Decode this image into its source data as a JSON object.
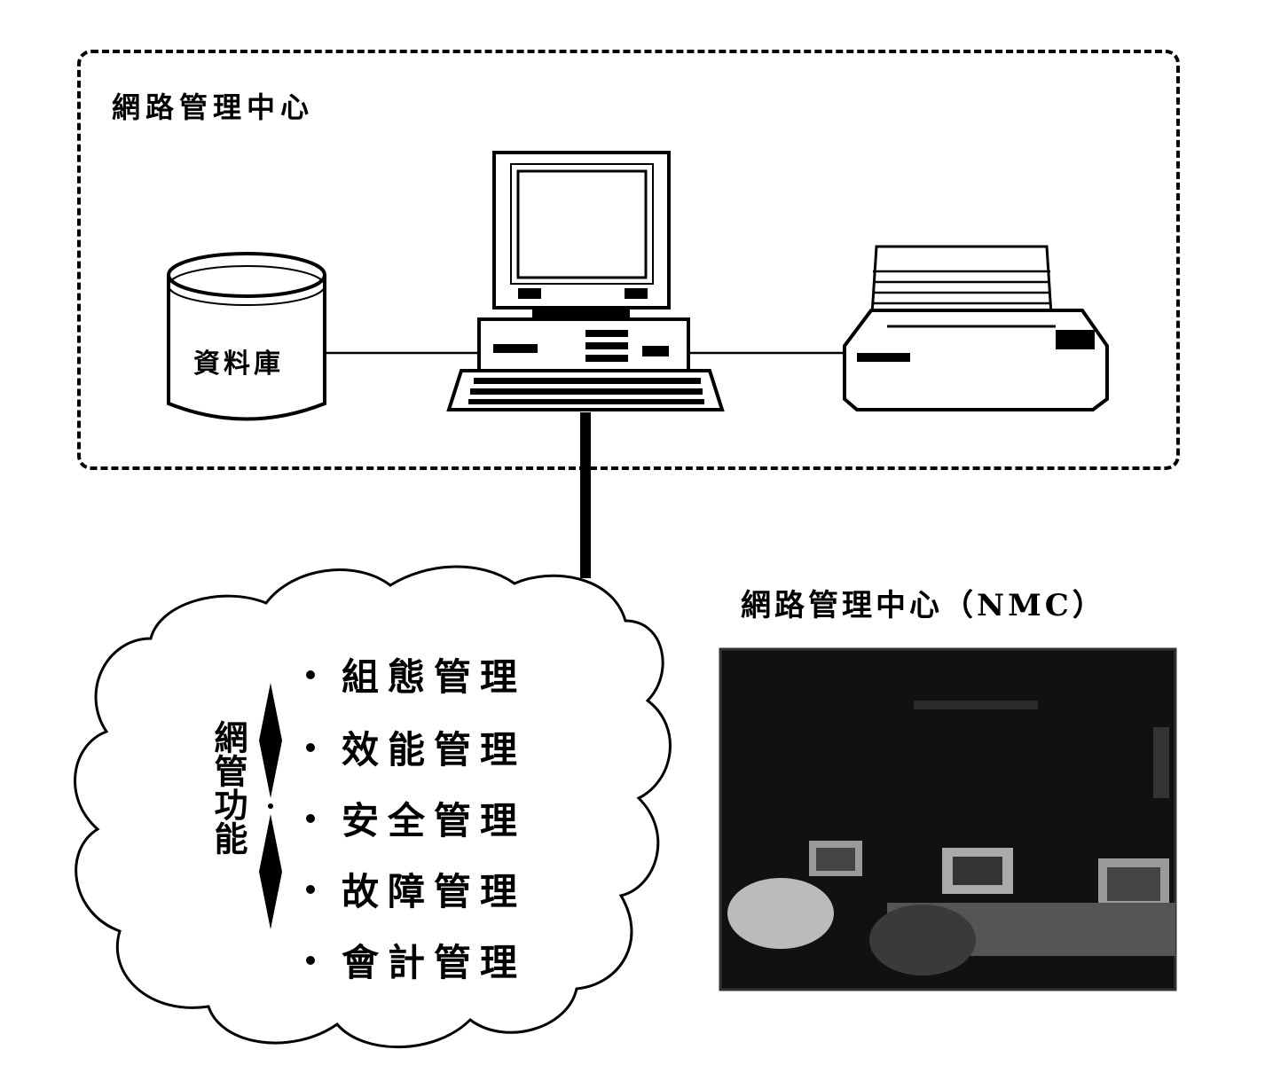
{
  "nmc_box": {
    "title": "網路管理中心"
  },
  "database": {
    "label": "資料庫"
  },
  "photo": {
    "caption": "網路管理中心（NMC）"
  },
  "functions": {
    "title": "網管功能",
    "items": [
      {
        "label": "組態管理"
      },
      {
        "label": "效能管理"
      },
      {
        "label": "安全管理"
      },
      {
        "label": "故障管理"
      },
      {
        "label": "會計管理"
      }
    ]
  },
  "icons": [
    "database-icon",
    "computer-icon",
    "printer-icon",
    "cloud-shape",
    "double-arrow-icon"
  ]
}
